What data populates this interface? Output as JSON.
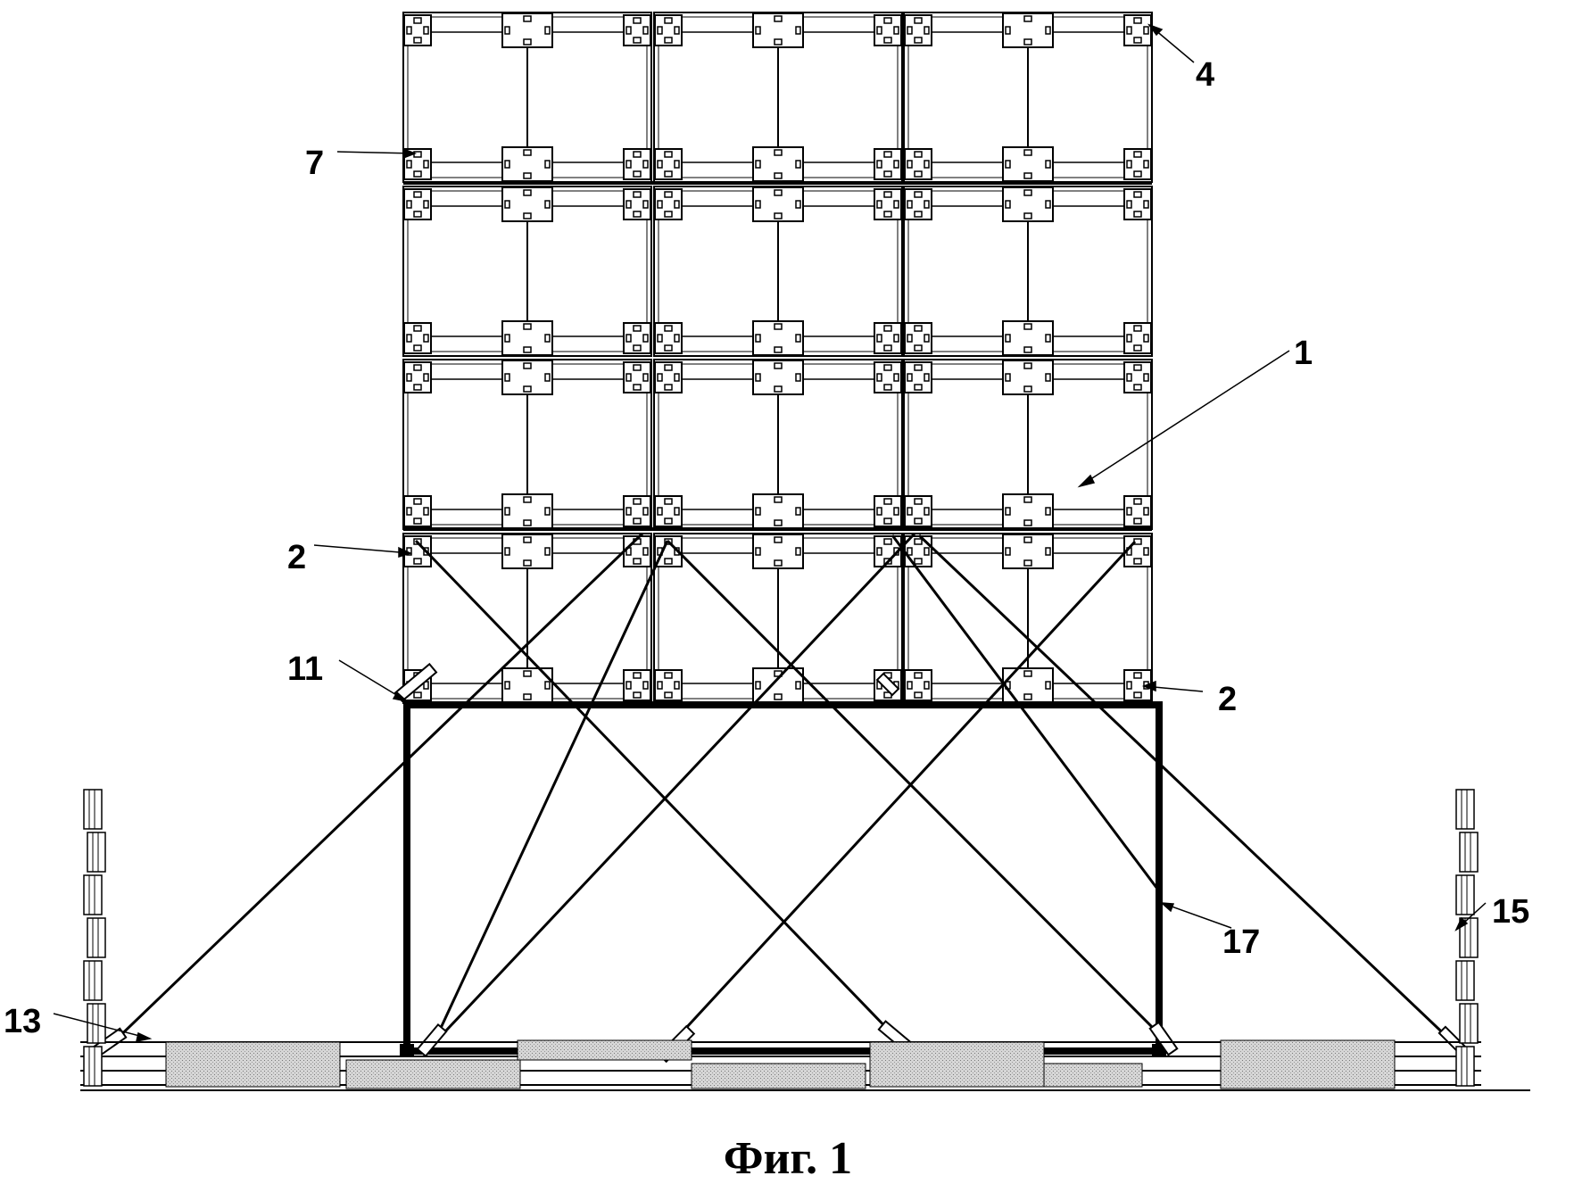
{
  "caption": "Фиг. 1",
  "labels": {
    "l1": "1",
    "l2a": "2",
    "l2b": "2",
    "l4": "4",
    "l7": "7",
    "l11": "11",
    "l13": "13",
    "l15": "15",
    "l17": "17"
  },
  "colors": {
    "ink": "#000000",
    "paper": "#ffffff",
    "hatch": "#b8b8b8"
  }
}
